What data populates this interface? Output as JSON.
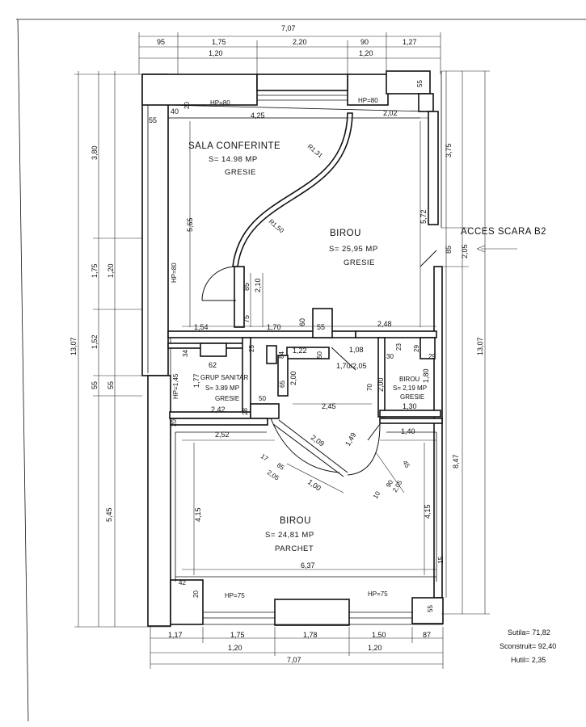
{
  "rooms": {
    "sala": {
      "name": "SALA CONFERINTE",
      "area": "S= 14.98 MP",
      "floor": "GRESIE"
    },
    "birou1": {
      "name": "BIROU",
      "area": "S= 25,95 MP",
      "floor": "GRESIE"
    },
    "grup": {
      "name": "GRUP SANITAR",
      "area": "S= 3.89 MP",
      "floor": "GRESIE"
    },
    "birou2": {
      "name": "BIROU",
      "area": "S= 2,19 MP",
      "floor": "GRESIE"
    },
    "birou3": {
      "name": "BIROU",
      "area": "S= 24,81 MP",
      "floor": "PARCHET"
    }
  },
  "access": {
    "label": "ACCES SCARA B2"
  },
  "summary": {
    "utila": "Sutila= 71,82",
    "construit": "Sconstruit= 92,40",
    "hutil": "Hutil= 2,35"
  },
  "dims": {
    "top_total": "7,07",
    "top": [
      "95",
      "1,75",
      "2,20",
      "90",
      "1,27"
    ],
    "top_win": [
      "1,20",
      "1,20"
    ],
    "bottom": [
      "1,17",
      "1,75",
      "1,78",
      "1,50",
      "87"
    ],
    "bottom_win": [
      "1,20",
      "1,20"
    ],
    "bottom_total": "7,07",
    "left_total": "13,07",
    "left_outer": [
      "3,80",
      "1,75",
      "1,52",
      "55",
      "5,45"
    ],
    "left_inner": [
      "1,20",
      "55"
    ],
    "right_total": "13,07",
    "right_outer": [
      "3,75",
      "85",
      "8,47"
    ],
    "right_inner": [
      "2,05"
    ],
    "int": {
      "w425": "4,25",
      "w202": "2,02",
      "w55": "55",
      "w40": "40",
      "w20": "20",
      "hp80a": "HP=80",
      "hp80b": "HP=80",
      "hp80c": "HP=80",
      "r131": "R1,31",
      "r150": "R1,50",
      "h565": "5,65",
      "h572": "5,72",
      "h85": "85",
      "h210": "2,10",
      "h75": "75",
      "w154": "1,54",
      "w170": "1,70",
      "w60": "60",
      "w55b": "55",
      "w248": "2,48",
      "w34": "34",
      "w62": "62",
      "w25": "25",
      "w84": "84",
      "w122": "1,22",
      "w50a": "50",
      "w108": "1,08",
      "w170205": "1,70/2,05",
      "w23": "23",
      "w29": "29",
      "w30": "30",
      "w29b": "29",
      "h177": "1,77",
      "hp145": "HP=1,45",
      "h65": "65",
      "h200": "2,00",
      "h70": "70",
      "h200b": "2,00",
      "h180": "1,80",
      "w242": "2,42",
      "w28": "28",
      "w50b": "50",
      "w245": "2,45",
      "w130": "1,30",
      "w20b": "20",
      "w252": "2,52",
      "w140": "1,40",
      "w209": "2,09",
      "w149": "1,49",
      "w17": "17",
      "w85": "85",
      "w205a": "2,05",
      "w100": "1,00",
      "w10": "10",
      "w90": "90",
      "w45": "45",
      "w205b": "2,05",
      "h415a": "4,15",
      "h415b": "4,15",
      "w637": "6,37",
      "w42": "42",
      "w20c": "20",
      "hp75a": "HP=75",
      "hp75b": "HP=75",
      "w55c": "55",
      "w55d": "55",
      "w15": "15"
    }
  }
}
